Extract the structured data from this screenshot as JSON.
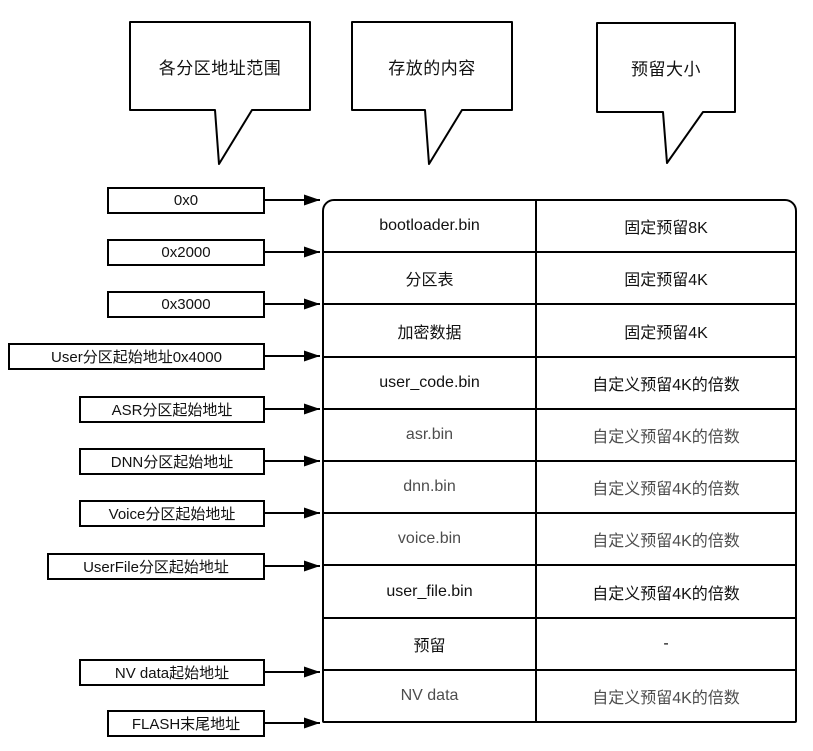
{
  "colors": {
    "ink": "#111111",
    "ink-muted": "#4d4d4d",
    "line": "#000000",
    "bg": "#ffffff"
  },
  "callouts": [
    {
      "label": "各分区地址范围"
    },
    {
      "label": "存放的内容"
    },
    {
      "label": "预留大小"
    }
  ],
  "address_labels": [
    {
      "text": "0x0"
    },
    {
      "text": "0x2000"
    },
    {
      "text": "0x3000"
    },
    {
      "text": "User分区起始地址0x4000"
    },
    {
      "text": "ASR分区起始地址"
    },
    {
      "text": "DNN分区起始地址"
    },
    {
      "text": "Voice分区起始地址"
    },
    {
      "text": "UserFile分区起始地址"
    },
    {
      "text": "NV data起始地址"
    },
    {
      "text": "FLASH末尾地址"
    }
  ],
  "table": {
    "rows": [
      {
        "content": "bootloader.bin",
        "reserved": "固定预留8K"
      },
      {
        "content": "分区表",
        "reserved": "固定预留4K"
      },
      {
        "content": "加密数据",
        "reserved": "固定预留4K"
      },
      {
        "content": "user_code.bin",
        "reserved": "自定义预留4K的倍数"
      },
      {
        "content": "asr.bin",
        "reserved": "自定义预留4K的倍数"
      },
      {
        "content": "dnn.bin",
        "reserved": "自定义预留4K的倍数"
      },
      {
        "content": "voice.bin",
        "reserved": "自定义预留4K的倍数"
      },
      {
        "content": "user_file.bin",
        "reserved": "自定义预留4K的倍数"
      },
      {
        "content": "预留",
        "reserved": "-"
      },
      {
        "content": "NV data",
        "reserved": "自定义预留4K的倍数"
      }
    ]
  }
}
